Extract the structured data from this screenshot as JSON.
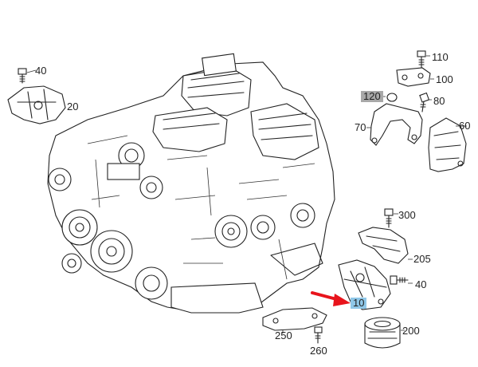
{
  "diagram": {
    "callouts": [
      {
        "id": "40-top",
        "text": "40"
      },
      {
        "id": "20",
        "text": "20"
      },
      {
        "id": "110",
        "text": "110"
      },
      {
        "id": "100",
        "text": "100"
      },
      {
        "id": "120",
        "text": "120",
        "highlight": "grey"
      },
      {
        "id": "80",
        "text": "80"
      },
      {
        "id": "70",
        "text": "70"
      },
      {
        "id": "60",
        "text": "60"
      },
      {
        "id": "300",
        "text": "300"
      },
      {
        "id": "205",
        "text": "205"
      },
      {
        "id": "40-bottom",
        "text": "40"
      },
      {
        "id": "10",
        "text": "10",
        "highlight": "blue"
      },
      {
        "id": "200",
        "text": "200"
      },
      {
        "id": "250",
        "text": "250"
      },
      {
        "id": "260",
        "text": "260"
      }
    ],
    "colors": {
      "line": "#222222",
      "arrow": "#e8141c",
      "highlight_grey": "#a8a8a8",
      "highlight_blue": "#8fc7e8"
    }
  }
}
